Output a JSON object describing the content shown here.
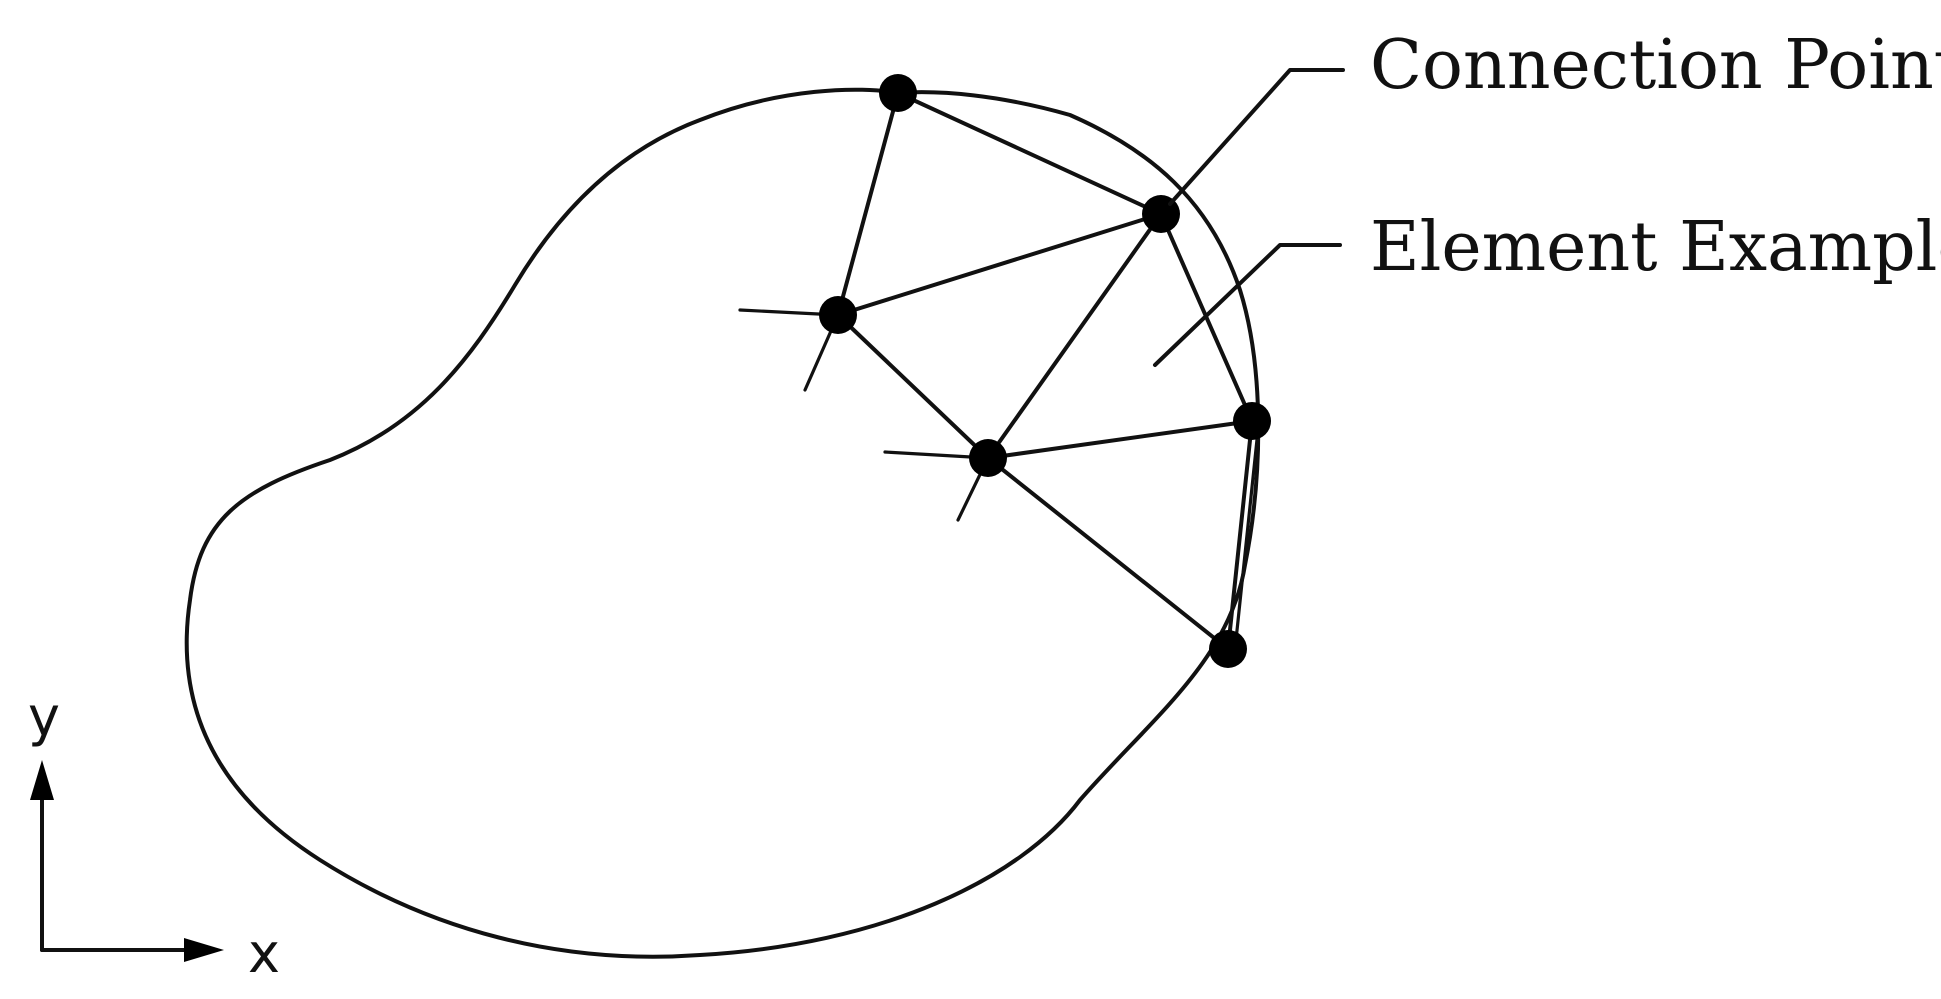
{
  "diagram": {
    "labels": {
      "connection_point": "Connection Point",
      "element_example": "Element Example"
    },
    "axes": {
      "x": "x",
      "y": "y"
    },
    "colors": {
      "line": "#111111",
      "node": "#000000",
      "background": "#ffffff"
    }
  }
}
